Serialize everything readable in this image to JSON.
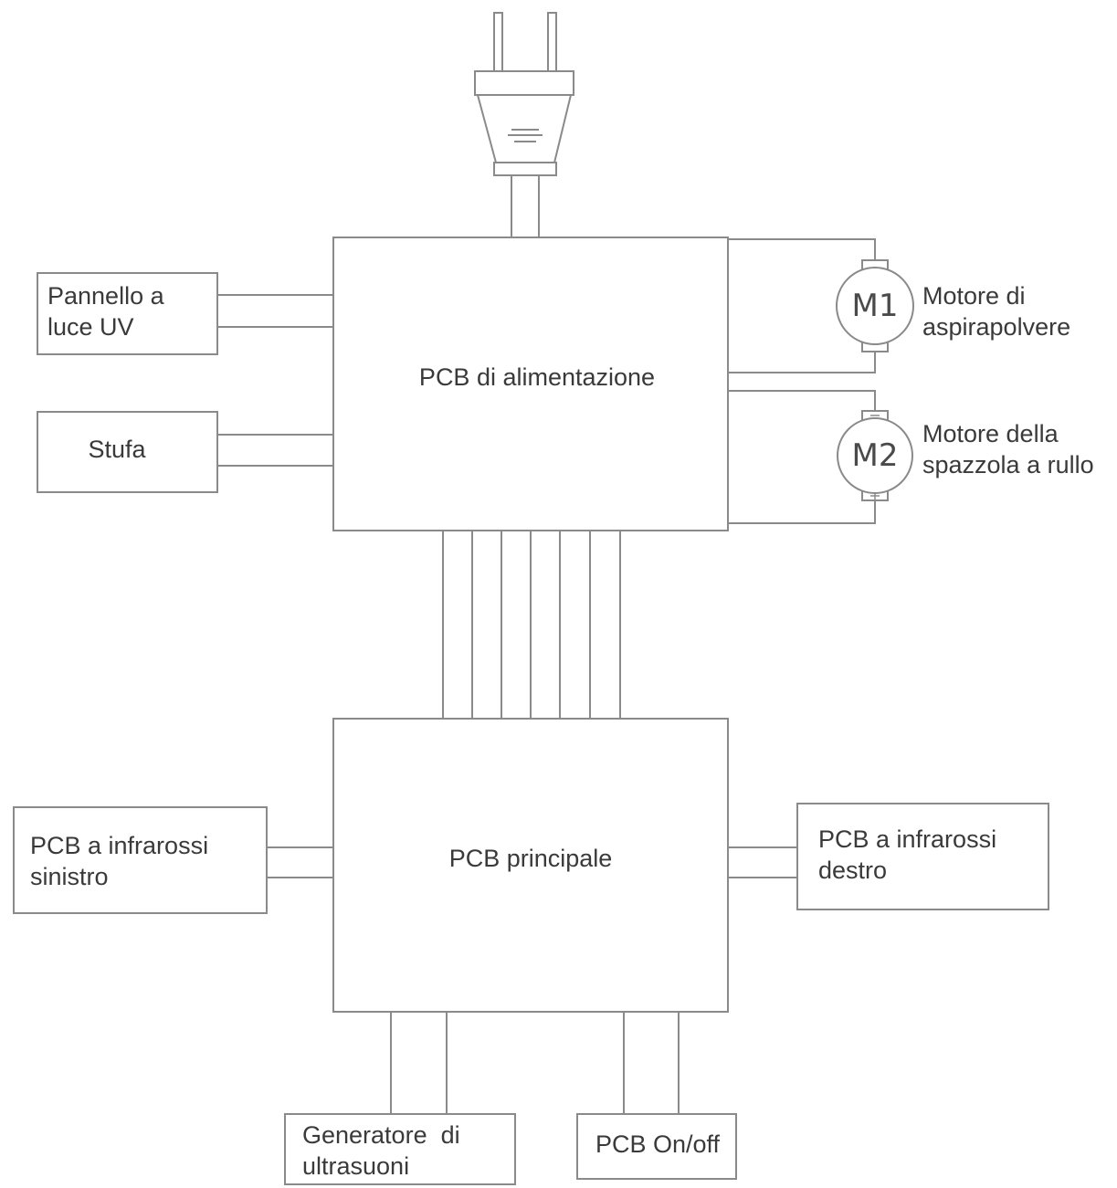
{
  "power_pcb": {
    "label": "PCB di alimentazione"
  },
  "main_pcb": {
    "label": "PCB principale"
  },
  "uv_panel": {
    "line1": "Pannello a",
    "line2": "luce UV"
  },
  "heater": {
    "label": "Stufa"
  },
  "motor1": {
    "symbol": "M1",
    "line1": "Motore di",
    "line2": "aspirapolvere"
  },
  "motor2": {
    "symbol": "M2",
    "line1": "Motore della",
    "line2": "spazzola a rullo"
  },
  "ir_left": {
    "line1": "PCB a infrarossi",
    "line2": "sinistro"
  },
  "ir_right": {
    "line1": "PCB a infrarossi",
    "line2": "destro"
  },
  "ultrasonic": {
    "line1": "Generatore  di",
    "line2": "ultrasuoni"
  },
  "onoff": {
    "label": "PCB On/off"
  }
}
